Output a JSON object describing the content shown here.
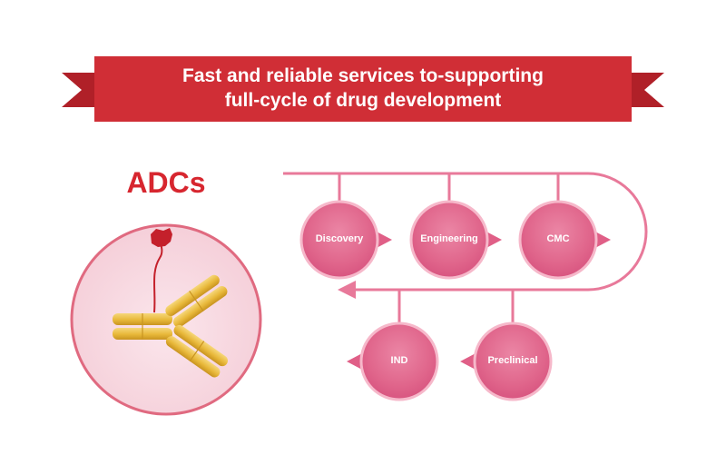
{
  "banner": {
    "line1": "Fast and reliable services to-supporting",
    "line2": "full-cycle of drug development"
  },
  "adc_title": "ADCs",
  "stages": {
    "discovery": "Discovery",
    "engineering": "Engineering",
    "cmc": "CMC",
    "ind": "IND",
    "preclinical": "Preclinical"
  },
  "colors": {
    "banner_red": "#d02e36",
    "title_red": "#d7262f",
    "flow_pink": "#e8799a",
    "node_pink": "#e05f87",
    "antibody_gold": "#e8b83a"
  }
}
